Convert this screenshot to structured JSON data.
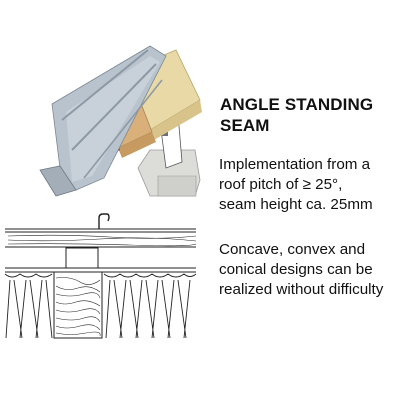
{
  "heading": {
    "line1": "ANGLE STANDING",
    "line2": "SEAM"
  },
  "description": {
    "p1": [
      "Implementation from a",
      "roof pitch of ≥ 25°,",
      "seam height ca. 25mm"
    ],
    "p2": [
      "Concave, convex and",
      "conical designs can be",
      "realized without difficulty"
    ]
  },
  "colors": {
    "metal_sheet": "#b9c3cd",
    "metal_dark": "#8d99a4",
    "insulation": "#e8d9a6",
    "timber": "#d9b07a",
    "membrane": "#9e3a2a",
    "concrete": "#dcdcd8",
    "line": "#222222"
  }
}
